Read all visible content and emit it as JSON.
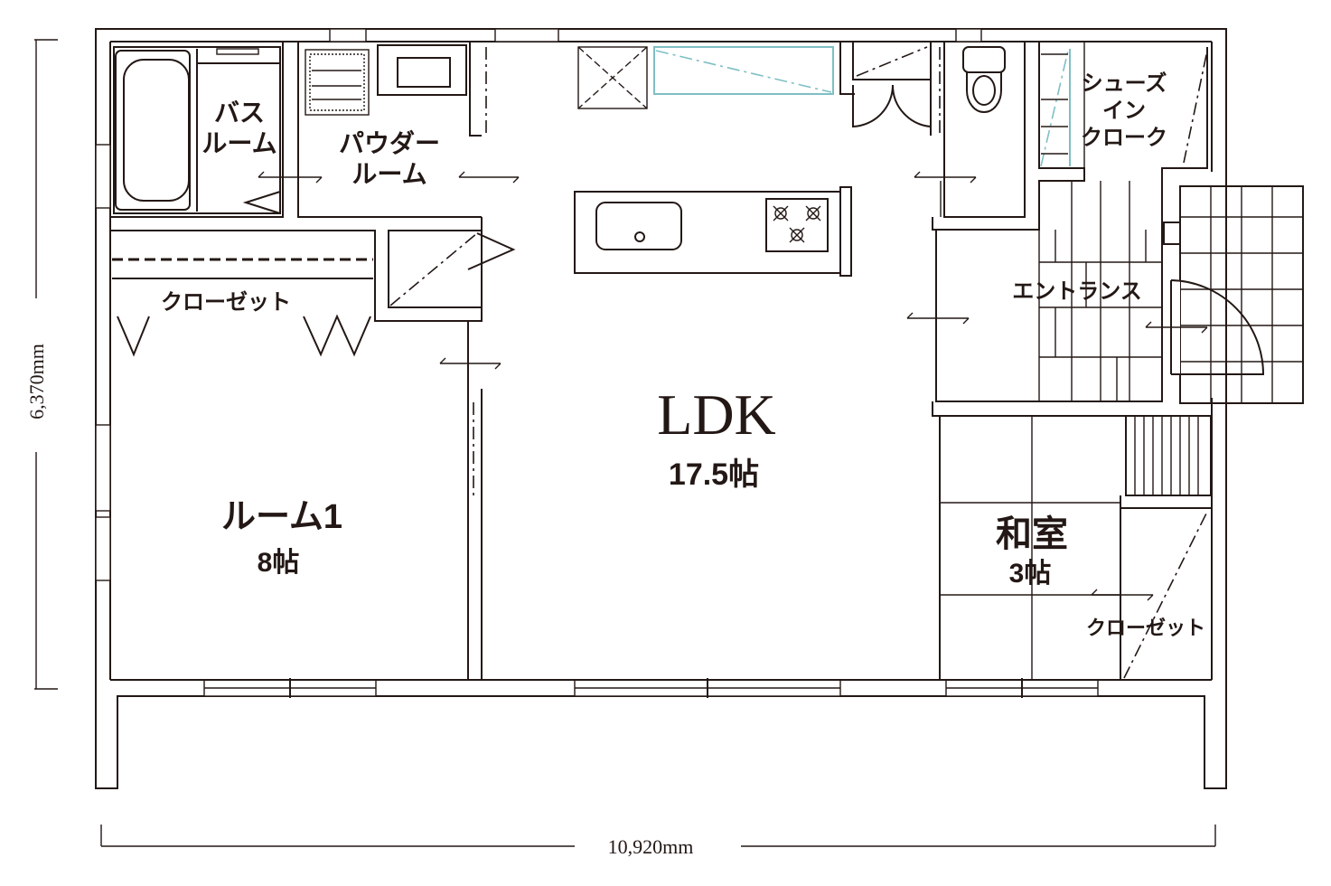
{
  "rooms": {
    "bath": {
      "line1": "バス",
      "line2": "ルーム"
    },
    "powder": {
      "line1": "パウダー",
      "line2": "ルーム"
    },
    "shoes": {
      "line1": "シューズ",
      "line2": "イン",
      "line3": "クローク"
    },
    "closet1": "クローゼット",
    "entrance": "エントランス",
    "ldk": {
      "name": "LDK",
      "size": "17.5帖"
    },
    "room1": {
      "name": "ルーム1",
      "size": "8帖"
    },
    "washitsu": {
      "name": "和室",
      "size": "3帖"
    },
    "closet2": "クローゼット"
  },
  "dimensions": {
    "width": "10,920mm",
    "depth": "6,370mm"
  },
  "colors": {
    "line": "#231815",
    "accent": "#7fbfc4"
  }
}
